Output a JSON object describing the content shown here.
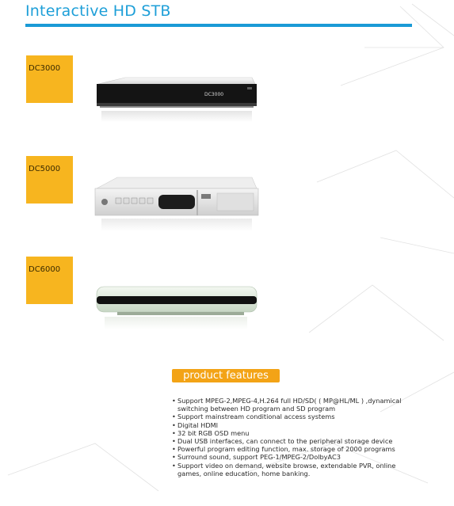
{
  "page": {
    "title": "Interactive HD STB",
    "accent_color": "#1a9ad6",
    "tag_color": "#f7b51f"
  },
  "products": [
    {
      "model": "DC3000",
      "panel_text": "DC3000"
    },
    {
      "model": "DC5000"
    },
    {
      "model": "DC6000"
    }
  ],
  "features": {
    "header": "product features",
    "items": [
      "Support MPEG-2,MPEG-4,H.264 full HD/SD( ( MP@HL/ML ) ,dynamical switching between HD program and SD program",
      "Support mainstream conditional access systems",
      "Digital HDMI",
      "32 bit RGB OSD menu",
      "Dual USB interfaces, can connect to the peripheral storage device",
      "Powerful program editing function, max. storage of 2000 programs",
      "Surround sound, support  PEG-1/MPEG-2/DolbyAC3",
      "Support video on demand, website browse, extendable PVR, online games, online education, home banking."
    ]
  }
}
